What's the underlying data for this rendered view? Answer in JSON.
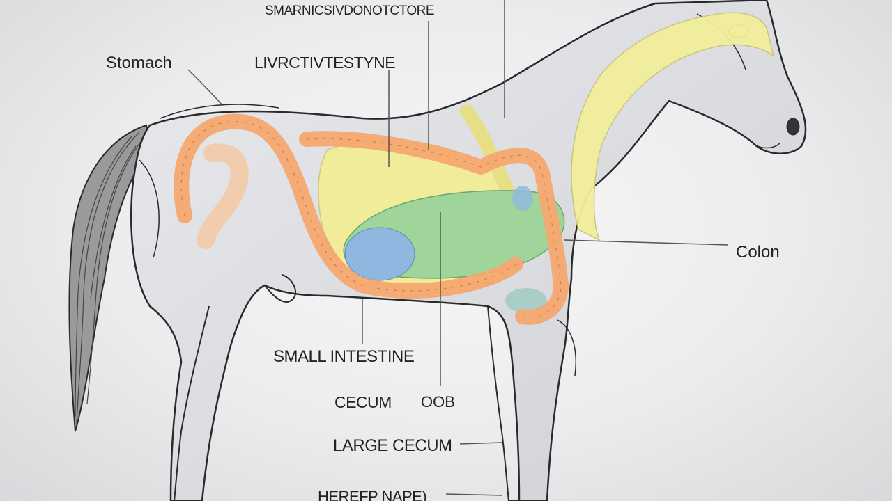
{
  "diagram": {
    "labels": {
      "top": "SMARNICSIVDONOTCTORE",
      "stomach": "Stomach",
      "liver_intestine": "LIVRCTIVTESTYNE",
      "colon": "Colon",
      "small_intestine": "SMALL INTESTINE",
      "cecum": "CECUM",
      "oob": "OOB",
      "large_cecum": "LARGE CECUM",
      "bottom": "HEREFP NAPE)"
    },
    "colors": {
      "outline": "#2a2a2a",
      "body_fill": "#d9dbe0",
      "intestine_orange": "#f4a870",
      "liver_yellow": "#f1ec9a",
      "mane_yellow": "#f3ee9c",
      "cecum_green": "#9fd49a",
      "cecum_blue": "#8fb8e0",
      "pointer_line": "#555555"
    }
  }
}
